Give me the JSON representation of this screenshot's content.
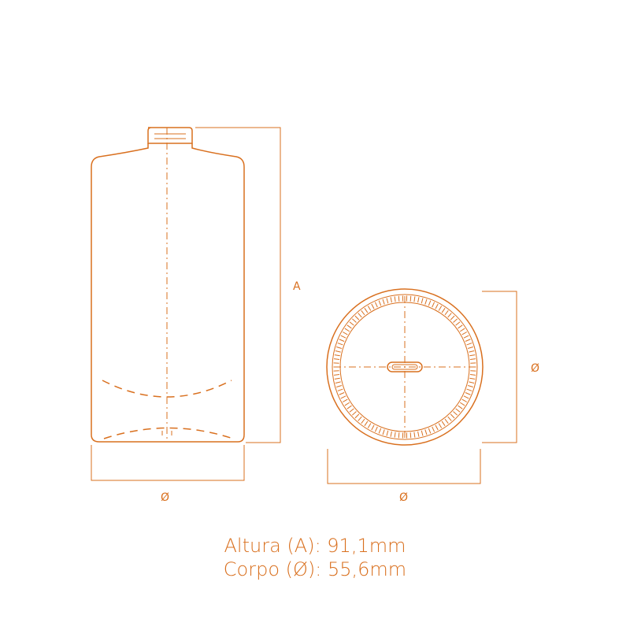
{
  "colors": {
    "stroke": "#d9701f",
    "text": "#d9701f"
  },
  "labels": {
    "height_dim": "A",
    "side_body_dim": "Ø",
    "top_width_dim": "Ø",
    "top_height_dim": "Ø"
  },
  "specs": {
    "height": "Altura (A): 91,1mm",
    "body": "Corpo (Ø): 55,6mm"
  }
}
